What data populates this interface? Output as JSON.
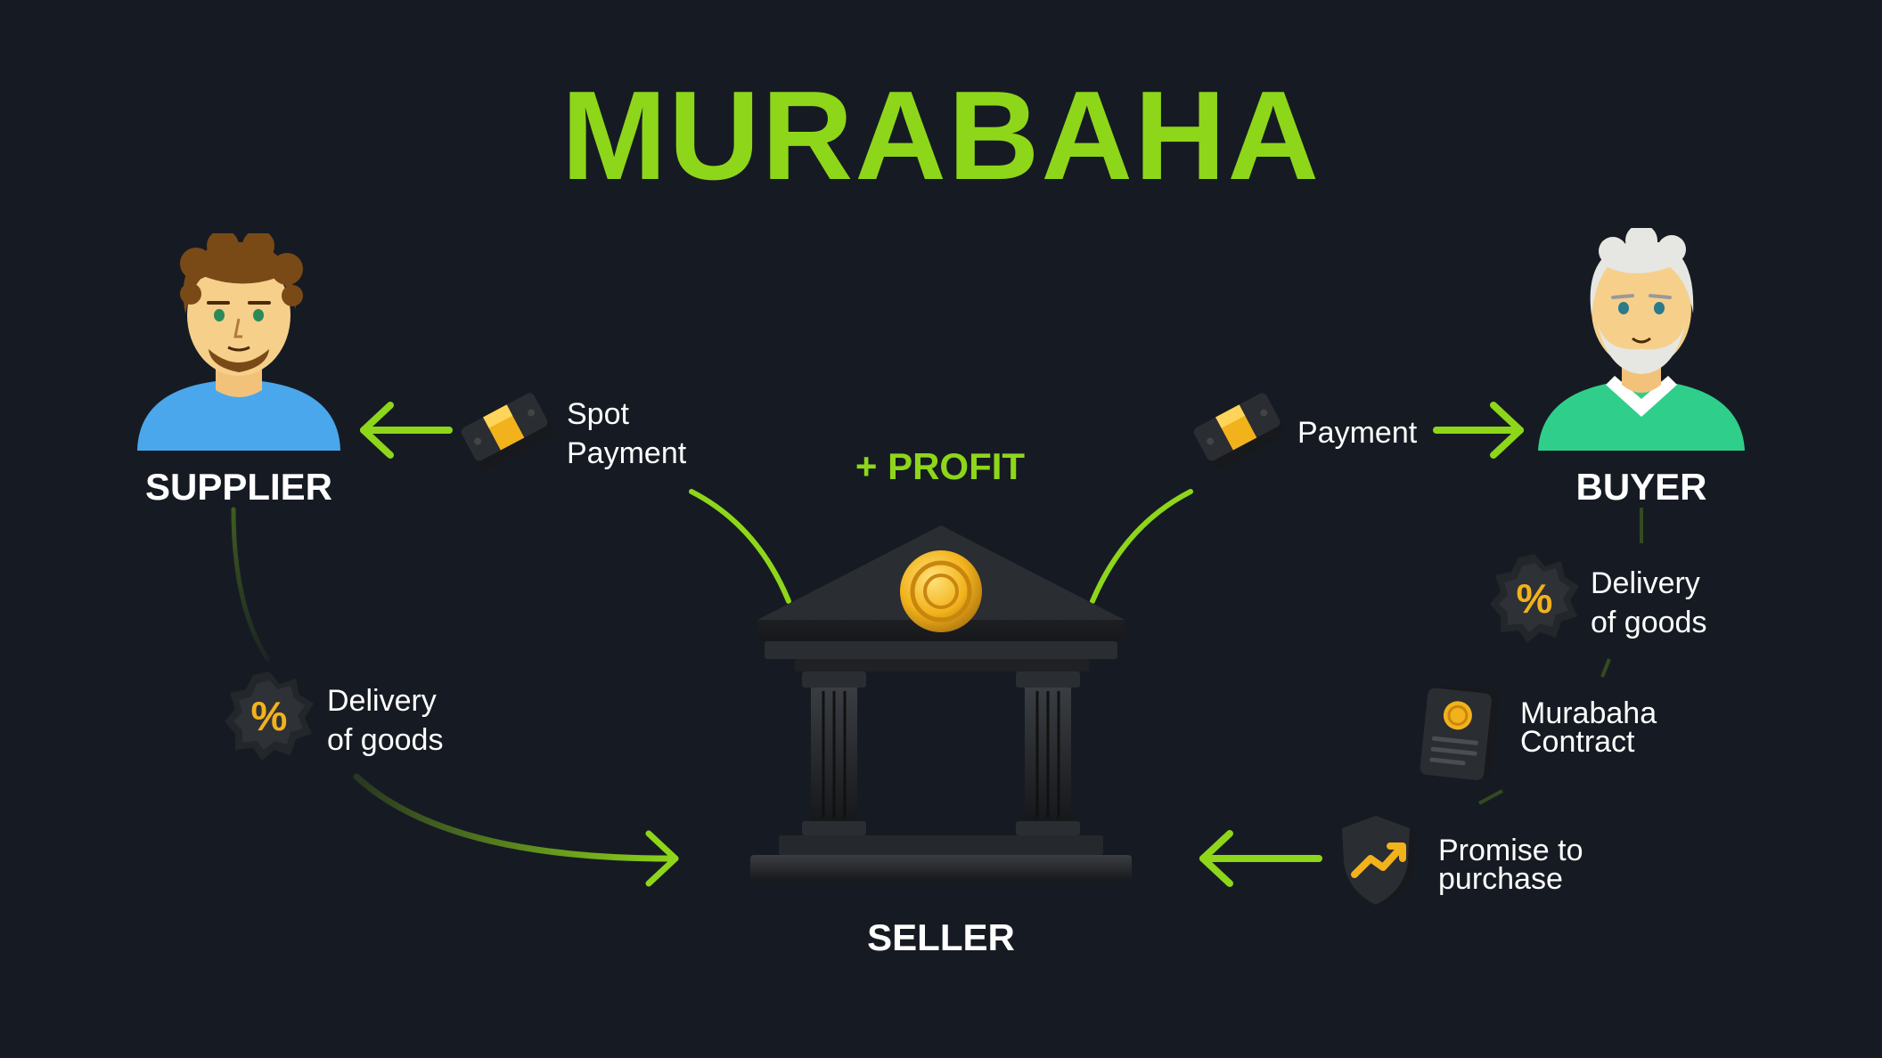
{
  "title": "MURABAHA",
  "profit_label": "+ PROFIT",
  "parties": {
    "supplier": "SUPPLIER",
    "buyer": "BUYER",
    "seller": "SELLER"
  },
  "steps": {
    "spot_payment": [
      "Spot",
      "Payment"
    ],
    "payment": "Payment",
    "delivery_left": [
      "Delivery",
      "of goods"
    ],
    "delivery_right": [
      "Delivery",
      "of goods"
    ],
    "contract": [
      "Murabaha",
      "Contract"
    ],
    "promise": [
      "Promise to",
      "purchase"
    ]
  },
  "colors": {
    "background": "#161b23",
    "accent": "#8ed61a",
    "gold": "#f2b21b",
    "supplier_shirt": "#4aa7ec",
    "buyer_shirt": "#2fcf8b"
  },
  "icons": {
    "supplier": "young-man-avatar",
    "buyer": "old-man-avatar",
    "seller": "bank-building",
    "money": "cash-stack",
    "discount": "percent-badge",
    "contract": "document-with-coin",
    "promise": "shield-with-trend"
  }
}
